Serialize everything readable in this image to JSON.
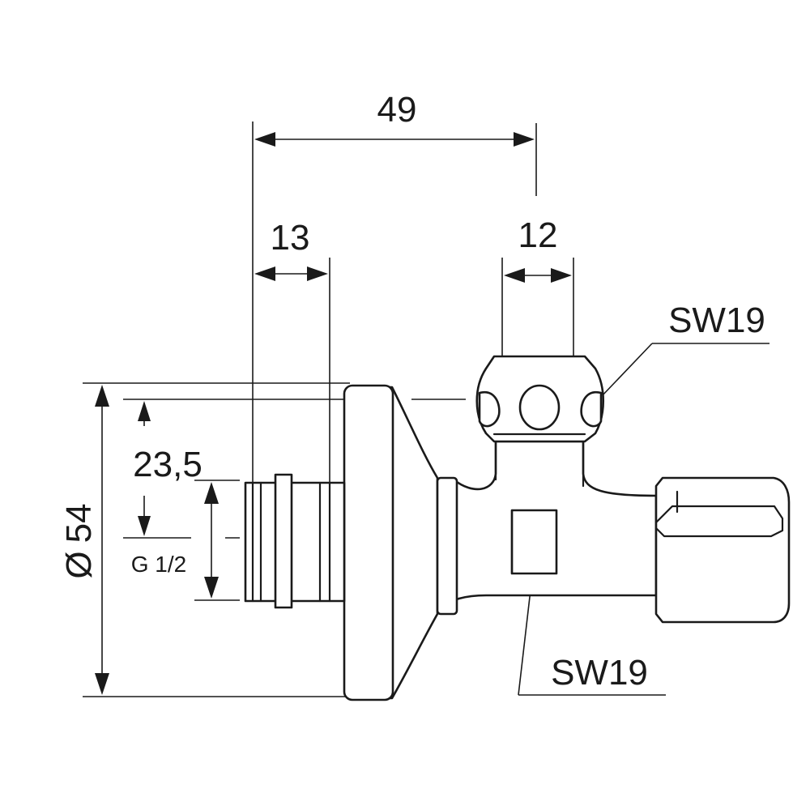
{
  "dimensions": {
    "overall_length": "49",
    "thread_length": "13",
    "handle_width": "12",
    "handle_wrench": "SW19",
    "outlet_wrench": "SW19",
    "offset": "23,5",
    "diameter_symbol": "Ø",
    "diameter_value": "54",
    "thread": "G 1/2"
  }
}
